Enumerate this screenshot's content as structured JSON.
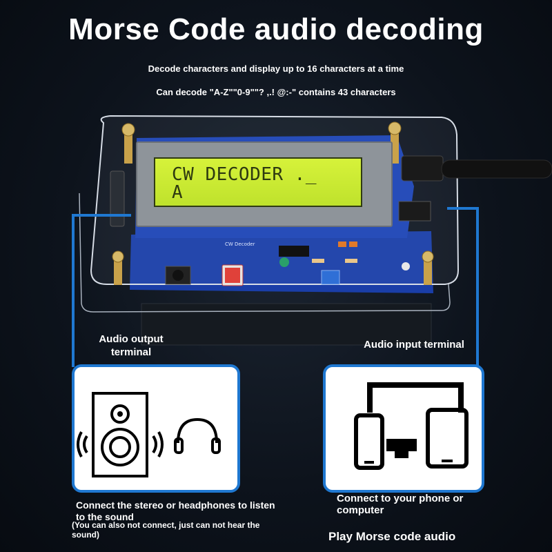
{
  "title": "Morse Code audio decoding",
  "subtitle_1": "Decode characters and display up to 16 characters at a time",
  "subtitle_2": "Can decode \"A-Z\"\"0-9\"\"? ,.! @:-\" contains 43 characters",
  "lcd": {
    "line1": "CW DECODER ._",
    "line2": "A"
  },
  "pcb_label": "CW Decoder",
  "audio_output": {
    "label": "Audio output terminal",
    "caption": "Connect the stereo or headphones to listen to the sound",
    "note": "(You can also not connect, just can not hear the sound)",
    "icons": [
      "speaker-icon",
      "sound-waves-icon",
      "headphones-icon"
    ]
  },
  "audio_input": {
    "label": "Audio input terminal",
    "caption": "Connect to your phone or computer",
    "icons": [
      "monitor-icon",
      "phone-icon",
      "tablet-icon"
    ]
  },
  "footer": "Play Morse code audio",
  "colors": {
    "accent_blue": "#1f78d1",
    "lcd_green": "#c8e832",
    "background": "#0d131c"
  }
}
